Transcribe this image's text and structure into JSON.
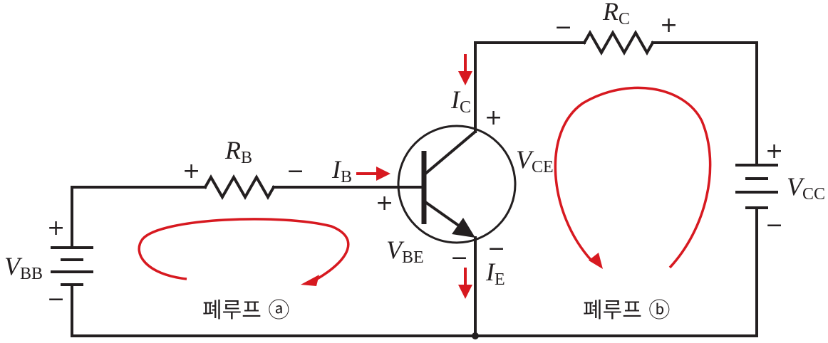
{
  "labels": {
    "rb": {
      "main": "R",
      "sub": "B"
    },
    "rc": {
      "main": "R",
      "sub": "C"
    },
    "ib": {
      "main": "I",
      "sub": "B"
    },
    "ic": {
      "main": "I",
      "sub": "C"
    },
    "ie": {
      "main": "I",
      "sub": "E"
    },
    "vbe": {
      "main": "V",
      "sub": "BE"
    },
    "vce": {
      "main": "V",
      "sub": "CE"
    },
    "vbb": {
      "main": "V",
      "sub": "BB"
    },
    "vcc": {
      "main": "V",
      "sub": "CC"
    }
  },
  "signs": {
    "plus": "+",
    "minus": "−"
  },
  "loops": {
    "a": "폐루프 ⓐ",
    "b": "폐루프 ⓑ"
  },
  "colors": {
    "wire": "#231f20",
    "current": "#d71920"
  }
}
